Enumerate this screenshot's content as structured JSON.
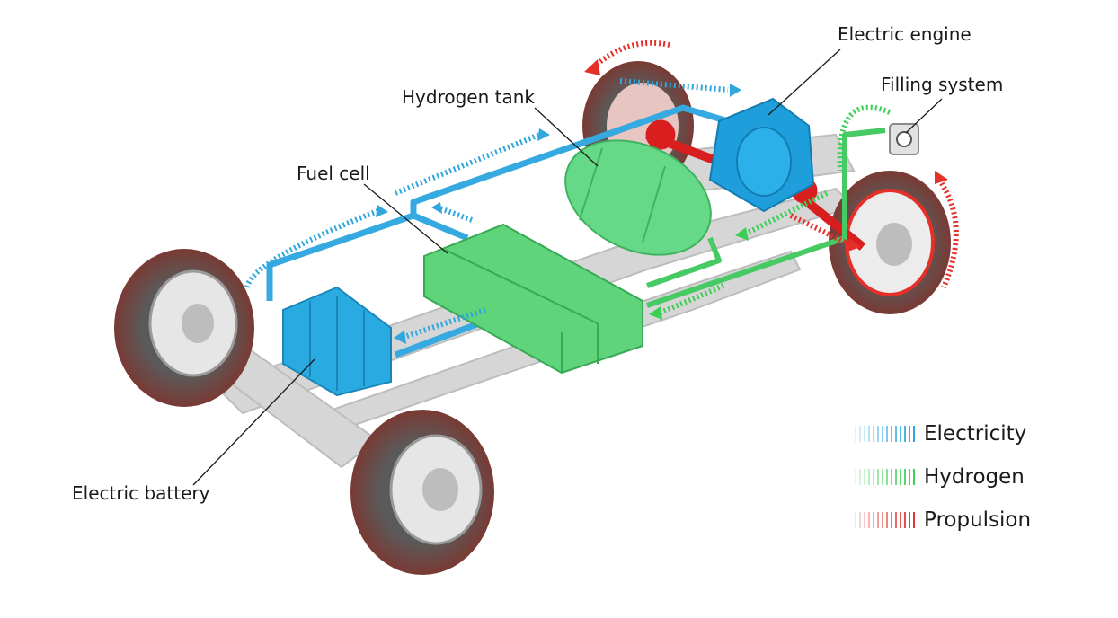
{
  "diagram": {
    "labels": {
      "electric_engine": "Electric engine",
      "filling_system": "Filling system",
      "hydrogen_tank": "Hydrogen tank",
      "fuel_cell": "Fuel cell",
      "electric_battery": "Electric battery"
    },
    "legend": [
      {
        "key": "electricity",
        "label": "Electricity",
        "color": "#2fa6de"
      },
      {
        "key": "hydrogen",
        "label": "Hydrogen",
        "color": "#3ccf55"
      },
      {
        "key": "propulsion",
        "label": "Propulsion",
        "color": "#e5302a"
      }
    ],
    "colors": {
      "tire": "#4a4a4a",
      "chassis": "#d3d3d3",
      "battery": "#29abe2",
      "engine": "#1e9fdc",
      "fuel_cell": "#5fd47a",
      "tank": "#66d988",
      "pipe_blue": "#35a9e0",
      "pipe_green": "#47c963",
      "axle_red": "#d81e1e"
    }
  }
}
